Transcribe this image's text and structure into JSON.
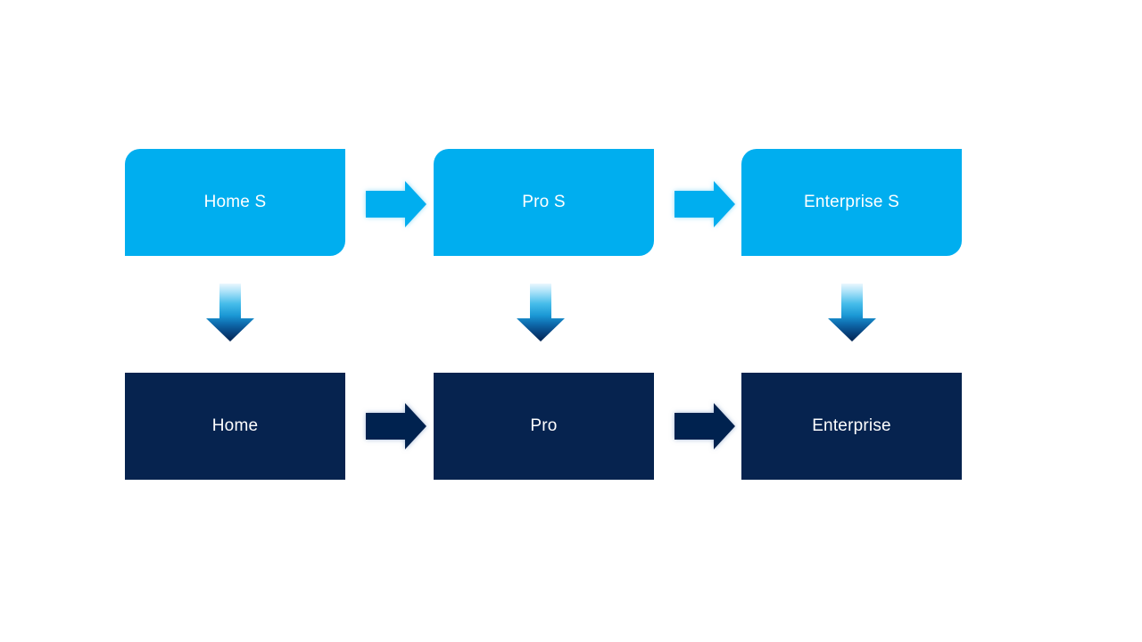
{
  "diagram": {
    "description": "Two-row upgrade-path flowchart: S editions on top flowing down to full editions",
    "top_row": [
      "Home S",
      "Pro S",
      "Enterprise S"
    ],
    "bottom_row": [
      "Home",
      "Pro",
      "Enterprise"
    ]
  },
  "colors": {
    "box-cyan": "#00AEEF",
    "box-navy": "#06234F",
    "text": "#FFFFFF",
    "canvas-bg": "#FFFFFF"
  }
}
